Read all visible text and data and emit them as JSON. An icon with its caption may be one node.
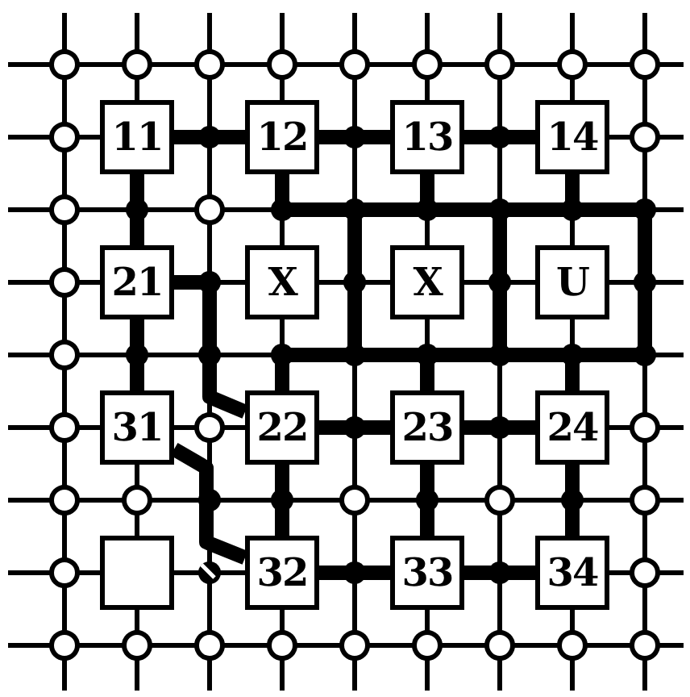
{
  "diagram": {
    "nodes": [
      {
        "text": [
          "11"
        ]
      },
      {
        "text": [
          "12"
        ]
      },
      {
        "text": [
          "13"
        ]
      },
      {
        "text": [
          "14"
        ]
      },
      {
        "text": [
          "21"
        ]
      },
      {
        "text": [
          "X"
        ]
      },
      {
        "text": [
          "X"
        ]
      },
      {
        "text": [
          "U"
        ]
      },
      {
        "text": [
          "31"
        ]
      },
      {
        "text": [
          "22"
        ]
      },
      {
        "text": [
          "23"
        ]
      },
      {
        "text": [
          "24"
        ]
      },
      {
        "text": [],
        "shape": "box"
      },
      {
        "text": [
          "32"
        ]
      },
      {
        "text": [
          "33"
        ]
      },
      {
        "text": [
          "34"
        ]
      }
    ],
    "edges": [
      {
        "from": 0,
        "to": 1,
        "arrow": "none"
      },
      {
        "from": 1,
        "to": 2,
        "arrow": "none"
      },
      {
        "from": 2,
        "to": 3,
        "arrow": "none"
      },
      {
        "from": 0,
        "to": 4,
        "arrow": "none"
      },
      {
        "from": 4,
        "to": 8,
        "arrow": "none"
      },
      {
        "from": 4,
        "to": 9,
        "arrow": "none"
      },
      {
        "from": 8,
        "to": 13,
        "arrow": "none"
      },
      {
        "from": 1,
        "to": 9,
        "arrow": "none"
      },
      {
        "from": 2,
        "to": 10,
        "arrow": "none"
      },
      {
        "from": 3,
        "to": 11,
        "arrow": "none"
      },
      {
        "from": 9,
        "to": 10,
        "arrow": "none"
      },
      {
        "from": 10,
        "to": 11,
        "arrow": "none"
      },
      {
        "from": 9,
        "to": 13,
        "arrow": "none"
      },
      {
        "from": 10,
        "to": 14,
        "arrow": "none"
      },
      {
        "from": 11,
        "to": 15,
        "arrow": "none"
      },
      {
        "from": 13,
        "to": 14,
        "arrow": "none"
      },
      {
        "from": 14,
        "to": 15,
        "arrow": "none"
      }
    ]
  }
}
